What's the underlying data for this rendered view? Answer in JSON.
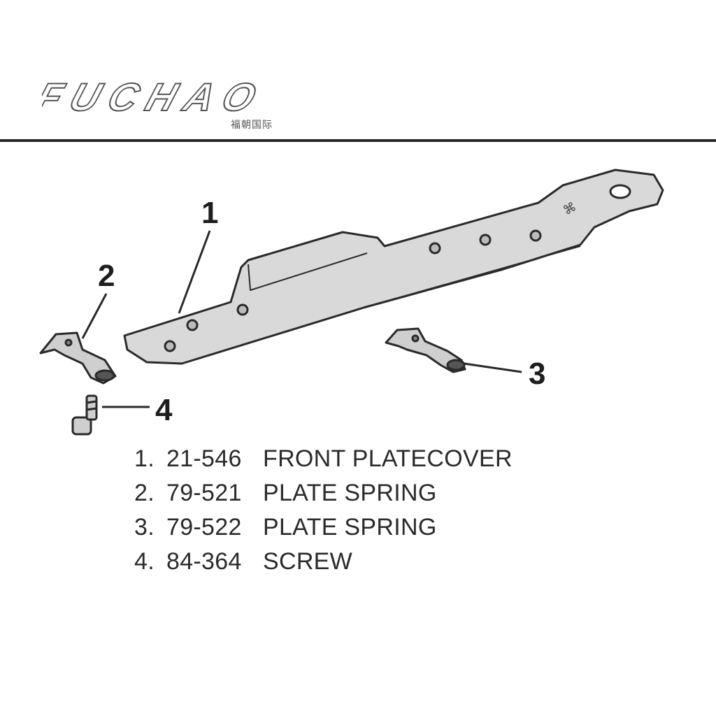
{
  "brand": {
    "logo": "FUCHAO",
    "subtitle": "福朝国际"
  },
  "callouts": [
    "1",
    "2",
    "3",
    "4"
  ],
  "parts": [
    {
      "num": "1.",
      "code": "21-546",
      "name": "FRONT PLATECOVER"
    },
    {
      "num": "2.",
      "code": "79-521",
      "name": "PLATE SPRING"
    },
    {
      "num": "3.",
      "code": "79-522",
      "name": "PLATE SPRING"
    },
    {
      "num": "4.",
      "code": "84-364",
      "name": "SCREW"
    }
  ]
}
